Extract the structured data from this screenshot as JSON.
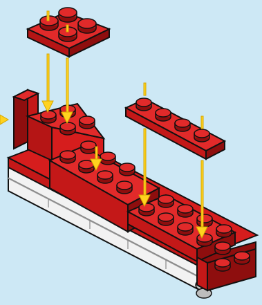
{
  "colors": {
    "background": "#cde8f5",
    "brick_red": "#d61d1d",
    "brick_red_dark": "#8e0e0e",
    "brick_red_light": "#f03b3b",
    "outline": "#111111",
    "white_plate": "#f7f7f7",
    "white_shadow": "#d6d6d6",
    "arrow_yellow": "#ffd21f",
    "arrow_yellow_dark": "#d6a800"
  },
  "scene": {
    "description_icon": "lego-build-step-illustration",
    "parts": {
      "top_plate": "red-2x2-plate",
      "long_plate": "red-1x4-plate",
      "assembly": "red-vehicle-body-on-white-base"
    },
    "arrows_count": 6
  }
}
